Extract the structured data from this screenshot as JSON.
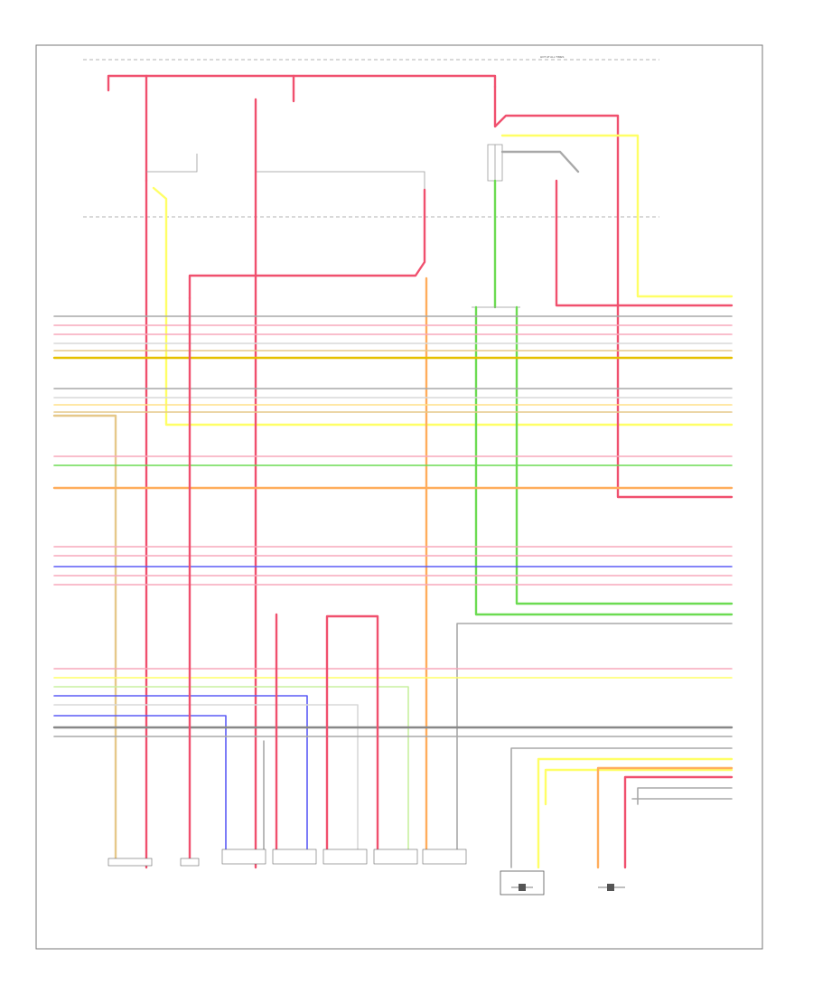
{
  "diagram": {
    "fuse_box_label": "HOT AT ALL TIMES",
    "page_ref": "",
    "colors": {
      "red": "#f0506e",
      "pink": "#f7a8bc",
      "yellow": "#ffff66",
      "green": "#6cdb52",
      "orange": "#ffad5c",
      "blue": "#5b5bf5",
      "gray": "#a8a8a8",
      "tan": "#e6c88a",
      "black": "#777777"
    },
    "bottom_components": [
      {
        "id": "c1"
      },
      {
        "id": "c2"
      },
      {
        "id": "c3"
      },
      {
        "id": "c4"
      },
      {
        "id": "c5"
      },
      {
        "id": "c6"
      },
      {
        "id": "c7"
      },
      {
        "id": "c8"
      },
      {
        "id": "c9"
      }
    ]
  }
}
